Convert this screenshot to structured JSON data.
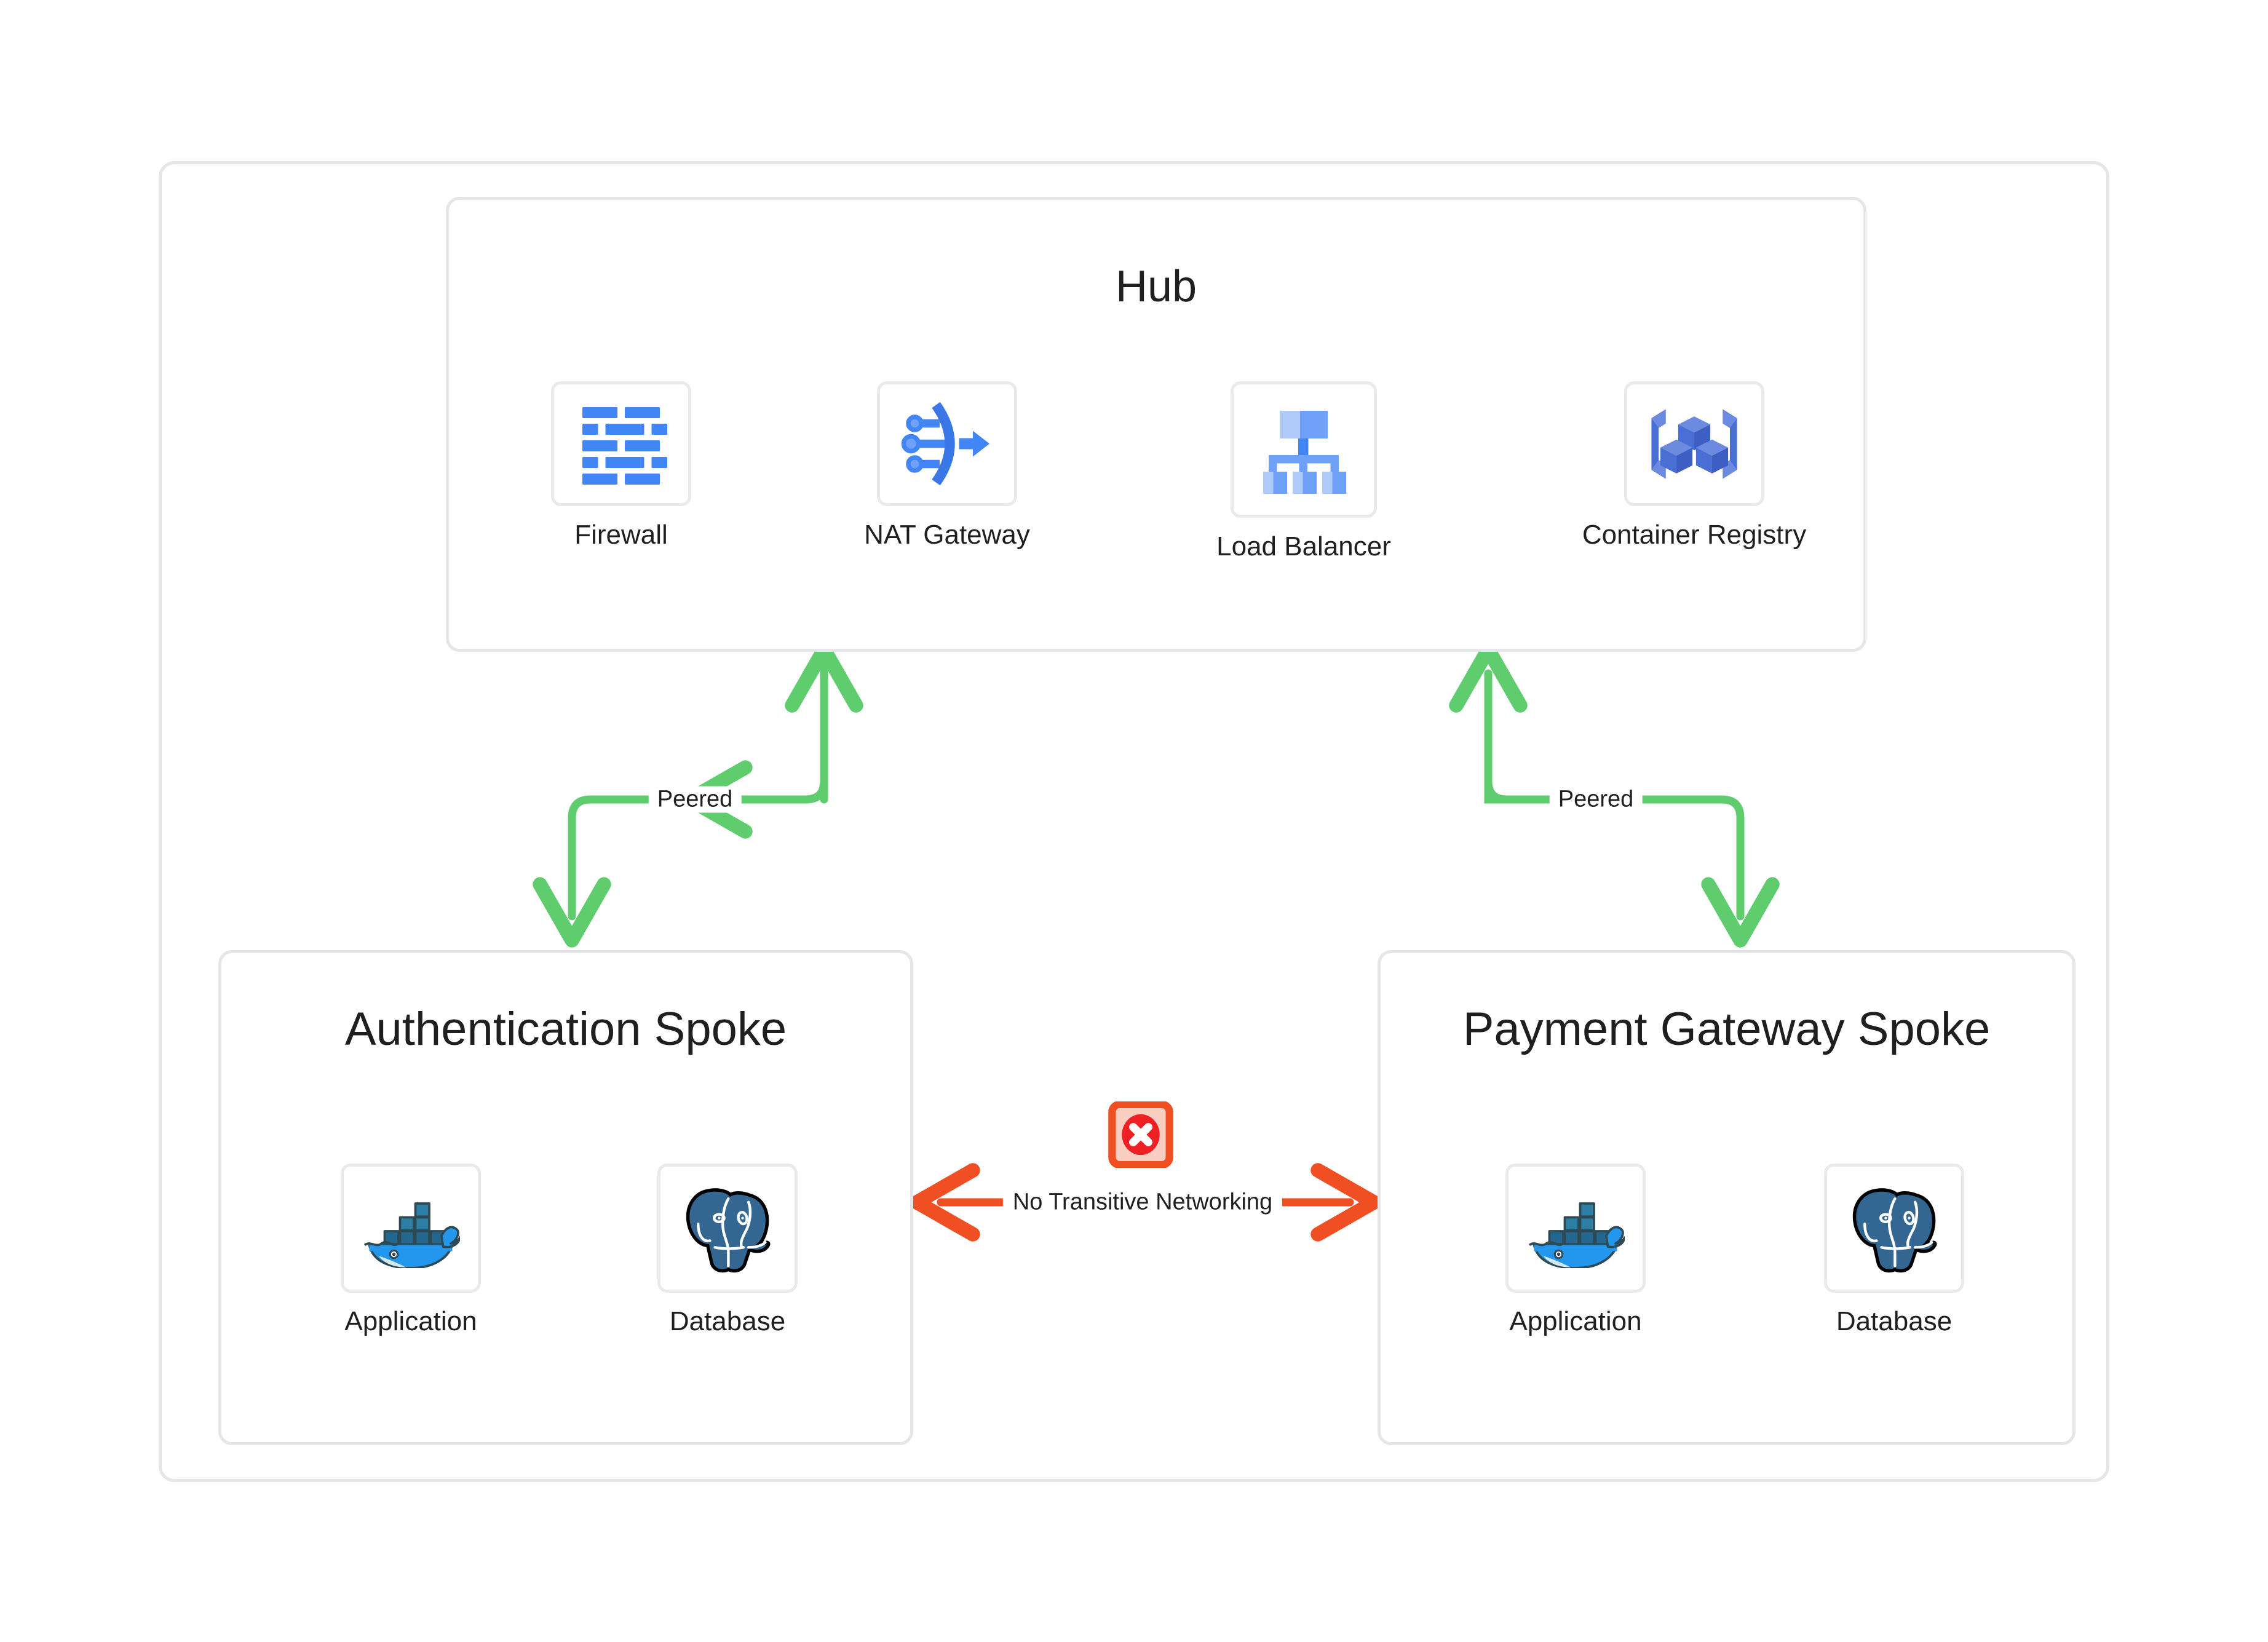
{
  "diagram": {
    "type": "hub-and-spoke-network",
    "hub": {
      "title": "Hub",
      "nodes": [
        {
          "label": "Firewall",
          "icon": "firewall-icon"
        },
        {
          "label": "NAT Gateway",
          "icon": "nat-gateway-icon"
        },
        {
          "label": "Load Balancer",
          "icon": "load-balancer-icon"
        },
        {
          "label": "Container Registry",
          "icon": "container-registry-icon"
        }
      ]
    },
    "spokes": [
      {
        "title": "Authentication Spoke",
        "nodes": [
          {
            "label": "Application",
            "icon": "docker-icon"
          },
          {
            "label": "Database",
            "icon": "postgresql-icon"
          }
        ]
      },
      {
        "title": "Payment Gateway Spoke",
        "nodes": [
          {
            "label": "Application",
            "icon": "docker-icon"
          },
          {
            "label": "Database",
            "icon": "postgresql-icon"
          }
        ]
      }
    ],
    "connections": [
      {
        "label": "Peered",
        "from": "Authentication Spoke",
        "to": "Hub",
        "style": "bidirectional",
        "color": "#5fcc6e"
      },
      {
        "label": "Peered",
        "from": "Payment Gateway Spoke",
        "to": "Hub",
        "style": "bidirectional",
        "color": "#5fcc6e"
      }
    ],
    "blocked_connection": {
      "label": "No Transitive Networking",
      "from": "Authentication Spoke",
      "to": "Payment Gateway Spoke",
      "badge_icon": "error-x-icon",
      "color": "#f04e23"
    },
    "colors": {
      "peered": "#5fcc6e",
      "blocked": "#f04e23",
      "badge_fill": "#f9cfc4",
      "badge_circle": "#ee2024",
      "box_border": "#e4e6e8",
      "icon_blue": "#4285f4",
      "icon_blue_light": "#a8c7fa",
      "docker_blue": "#2396ed",
      "postgres_blue": "#336791"
    }
  }
}
